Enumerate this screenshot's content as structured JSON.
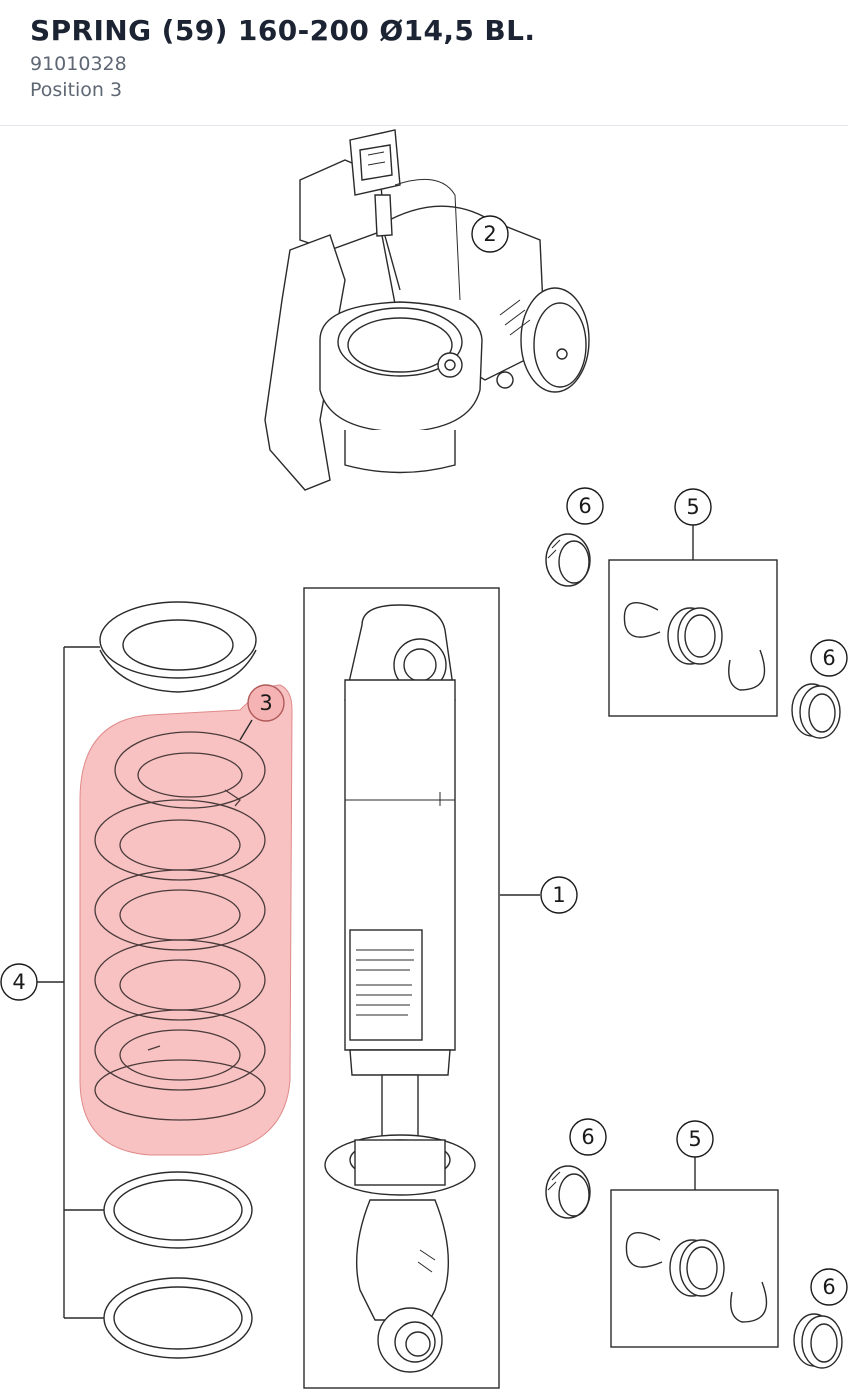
{
  "header": {
    "title": "SPRING (59) 160-200 Ø14,5 BL.",
    "part_number": "91010328",
    "position": "Position 3"
  },
  "colors": {
    "highlight": "#f6b3b3",
    "highlight_stroke": "#e08a8a",
    "line": "#2a2a2a"
  },
  "callouts": [
    {
      "label": "2",
      "part": "reservoir"
    },
    {
      "label": "6",
      "part": "seal-upper-left"
    },
    {
      "label": "5",
      "part": "bearing-kit-upper"
    },
    {
      "label": "6",
      "part": "seal-upper-right"
    },
    {
      "label": "3",
      "part": "spring",
      "highlighted": true
    },
    {
      "label": "1",
      "part": "shock-absorber"
    },
    {
      "label": "4",
      "part": "spring-retainer-set"
    },
    {
      "label": "6",
      "part": "seal-lower-left"
    },
    {
      "label": "5",
      "part": "bearing-kit-lower"
    },
    {
      "label": "6",
      "part": "seal-lower-right"
    }
  ]
}
